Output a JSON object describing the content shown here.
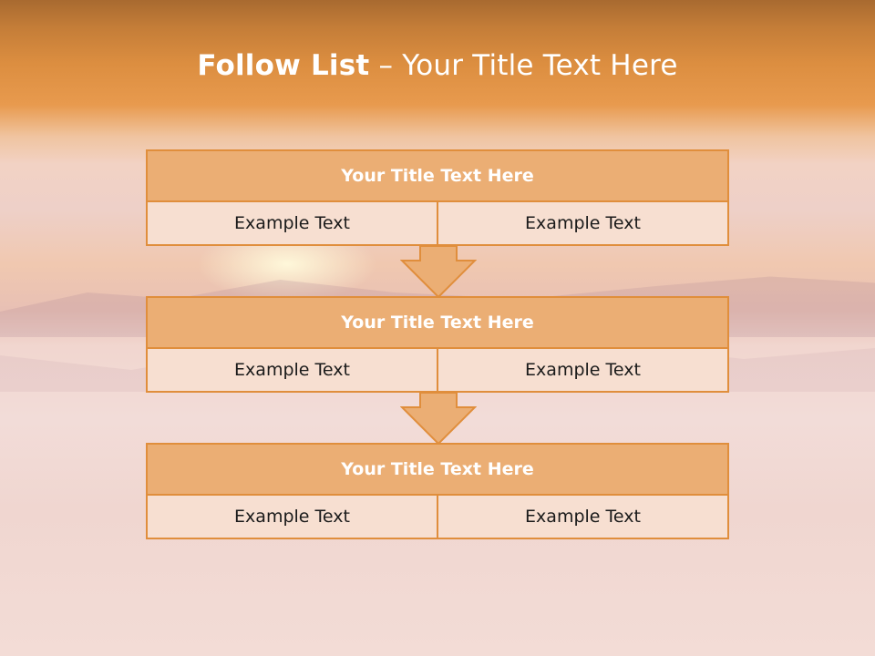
{
  "slide": {
    "title_bold": "Follow List",
    "title_rest": "– Your Title Text Here"
  },
  "steps": [
    {
      "title": "Your Title Text Here",
      "left": "Example Text",
      "right": "Example Text"
    },
    {
      "title": "Your Title Text Here",
      "left": "Example Text",
      "right": "Example Text"
    },
    {
      "title": "Your Title Text Here",
      "left": "Example Text",
      "right": "Example Text"
    }
  ],
  "colors": {
    "accent": "#e08e3c",
    "header_fill": "#ebae74",
    "cell_fill": "#f7dfd1"
  }
}
